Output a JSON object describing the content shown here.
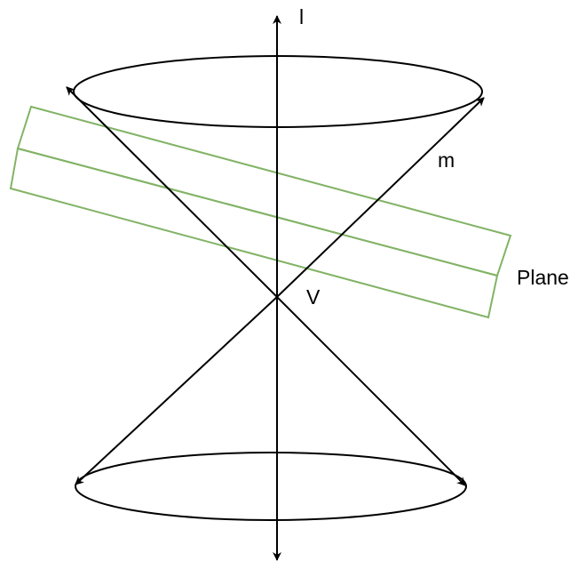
{
  "diagram": {
    "labels": {
      "axis": "l",
      "generator": "m",
      "vertex": "V",
      "plane": "Plane"
    },
    "colors": {
      "line": "#000000",
      "plane_stroke": "#82b366",
      "background": "#ffffff"
    }
  }
}
